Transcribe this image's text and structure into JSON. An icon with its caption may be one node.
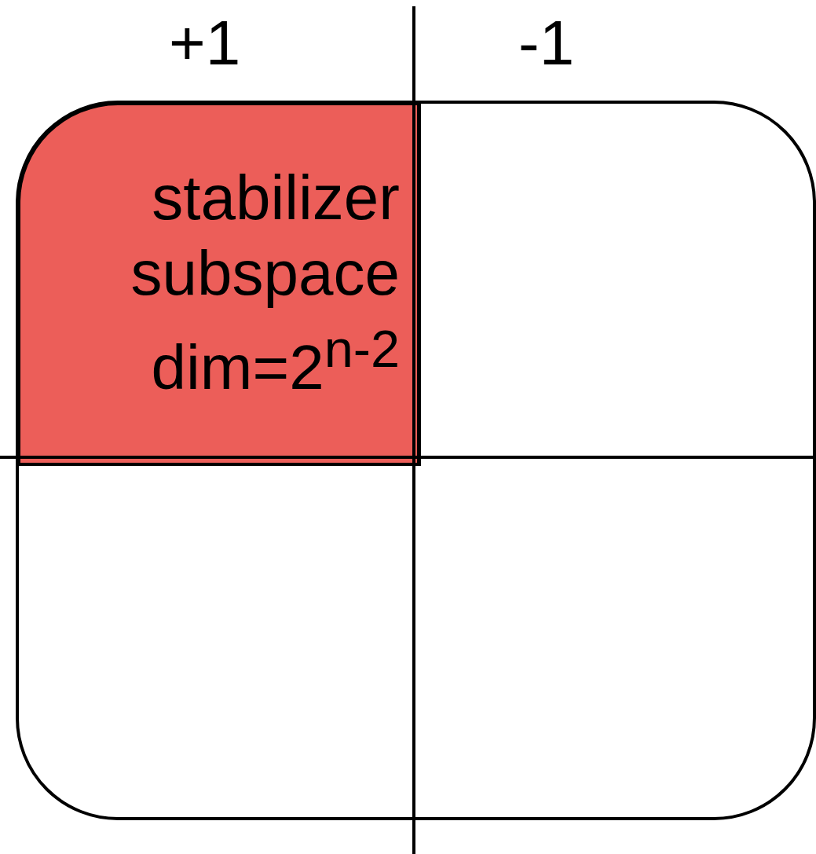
{
  "diagram": {
    "nodes": [
      {
        "text": [],
        "shape": "box"
      },
      {
        "text": [
          "stabilizer subspace dim=2$^{n-2}$"
        ],
        "in": 0
      }
    ],
    "labels": [
      "+1",
      "-1"
    ]
  }
}
